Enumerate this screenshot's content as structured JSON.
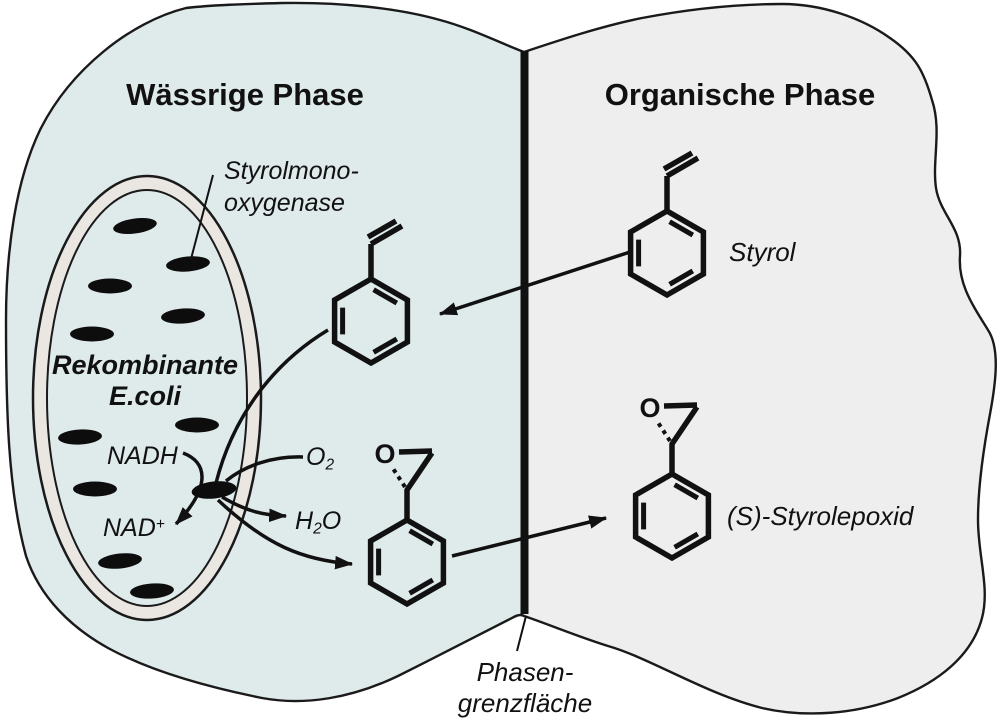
{
  "diagram": {
    "aqueous_phase": {
      "title": "Wässrige Phase"
    },
    "organic_phase": {
      "title": "Organische Phase"
    },
    "cell": {
      "name_line1": "Rekombinante",
      "name_line2": "E.coli"
    },
    "enzyme": {
      "label_line1": "Styrolmono-",
      "label_line2": "oxygenase"
    },
    "cofactors": {
      "nadh": "NADH",
      "nad_base": "NAD",
      "nad_sup": "+",
      "o2_base": "O",
      "o2_sub": "2",
      "h2o_base": "H",
      "h2o_sub": "2",
      "h2o_tail": "O"
    },
    "molecules": {
      "styrene_label": "Styrol",
      "epoxide_label": "(S)-Styrolepoxid",
      "oxygen_atom": "O"
    },
    "interface": {
      "label_line1": "Phasen-",
      "label_line2": "grenzfläche"
    },
    "colors": {
      "aqueous_bg": "#dfeaeb",
      "organic_bg": "#eeeeee",
      "membrane": "#eae7e2",
      "ink": "#111111"
    }
  }
}
